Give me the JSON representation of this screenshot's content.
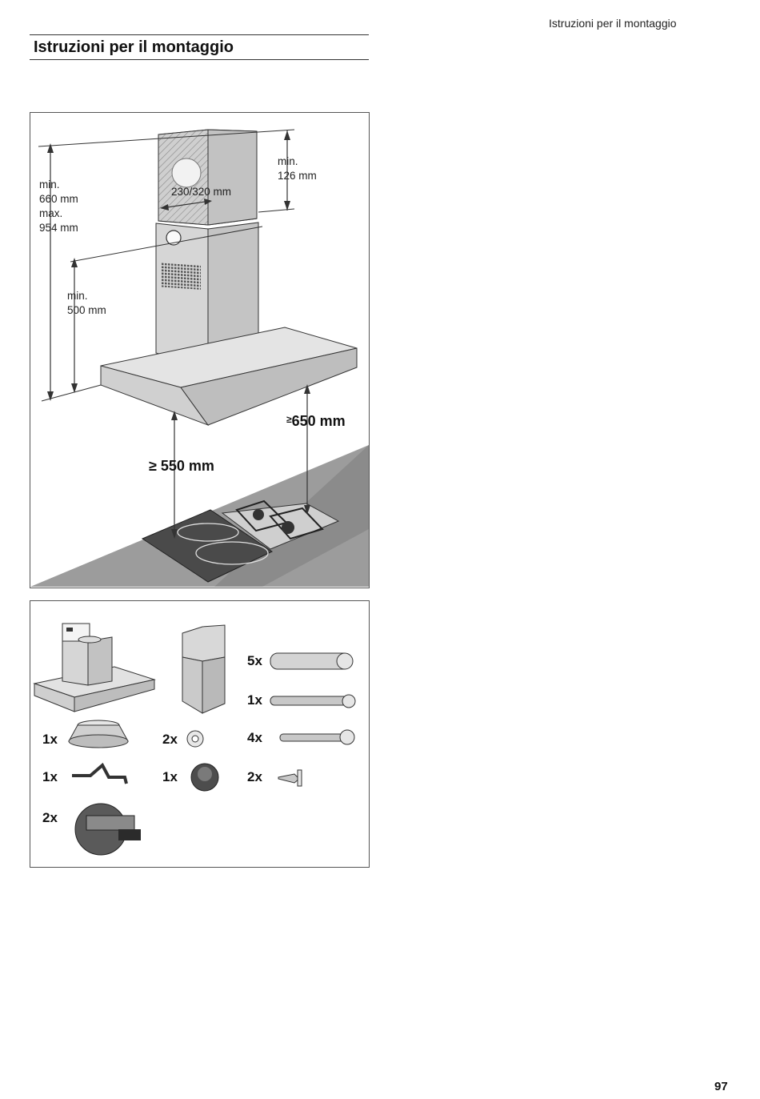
{
  "header": {
    "running_title": "Istruzioni per il montaggio"
  },
  "section": {
    "title": "Istruzioni per il montaggio"
  },
  "figure1": {
    "dim_total": [
      "min.",
      "660 mm",
      "max.",
      "954 mm"
    ],
    "dim_lower": [
      "min.",
      "500 mm"
    ],
    "dim_top": [
      "min.",
      "126 mm"
    ],
    "dim_duct": "230/320 mm",
    "clearance_electric": "≥ 550 mm",
    "clearance_gas_symbol": "≥",
    "clearance_gas_value": "650 mm"
  },
  "figure2": {
    "quantities": {
      "ring": "1x",
      "bracket": "1x",
      "pulley": "2x",
      "washer": "2x",
      "knob": "1x",
      "plugs": "5x",
      "long_bolt": "1x",
      "screws": "4x",
      "small_screws": "2x"
    }
  },
  "footer": {
    "page_number": "97"
  }
}
